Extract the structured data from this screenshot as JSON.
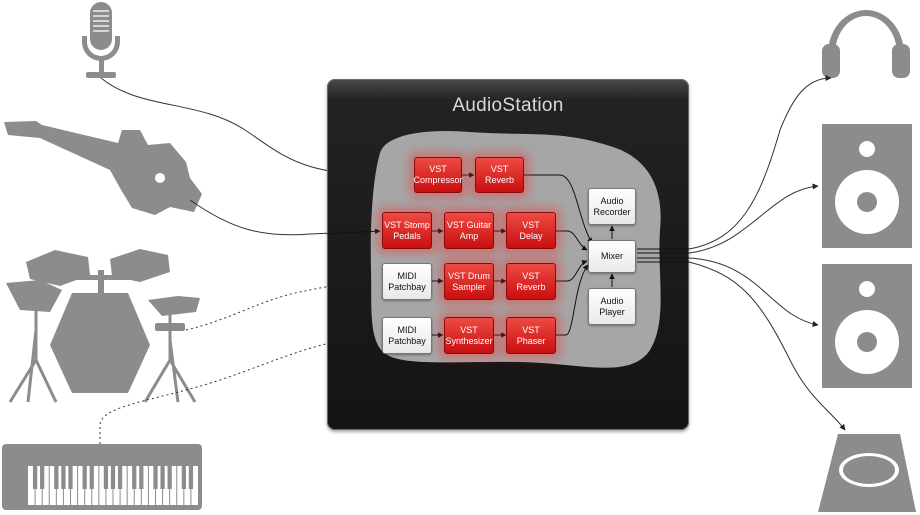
{
  "device": {
    "title": "AudioStation"
  },
  "nodes": {
    "vst_compressor": "VST\nCompressor",
    "vst_reverb_1": "VST\nReverb",
    "vst_stomp_pedals": "VST Stomp\nPedals",
    "vst_guitar_amp": "VST Guitar\nAmp",
    "vst_delay": "VST\nDelay",
    "midi_patchbay_1": "MIDI\nPatchbay",
    "vst_drum_sampler": "VST Drum\nSampler",
    "vst_reverb_2": "VST\nReverb",
    "midi_patchbay_2": "MIDI\nPatchbay",
    "vst_synthesizer": "VST\nSynthesizer",
    "vst_phaser": "VST\nPhaser",
    "audio_recorder": "Audio\nRecorder",
    "mixer": "Mixer",
    "audio_player": "Audio\nPlayer"
  },
  "inputs": [
    "microphone-icon",
    "electric-guitar-icon",
    "drum-kit-icon",
    "midi-keyboard-icon"
  ],
  "outputs": [
    "headphones-icon",
    "speaker-icon",
    "speaker-icon",
    "amplifier-icon"
  ],
  "colors": {
    "device": "#1b1b1b",
    "work_area": "#a6a6a6",
    "vst_node": "#d82020",
    "icon": "#8c8c8c",
    "wire": "#333333"
  }
}
